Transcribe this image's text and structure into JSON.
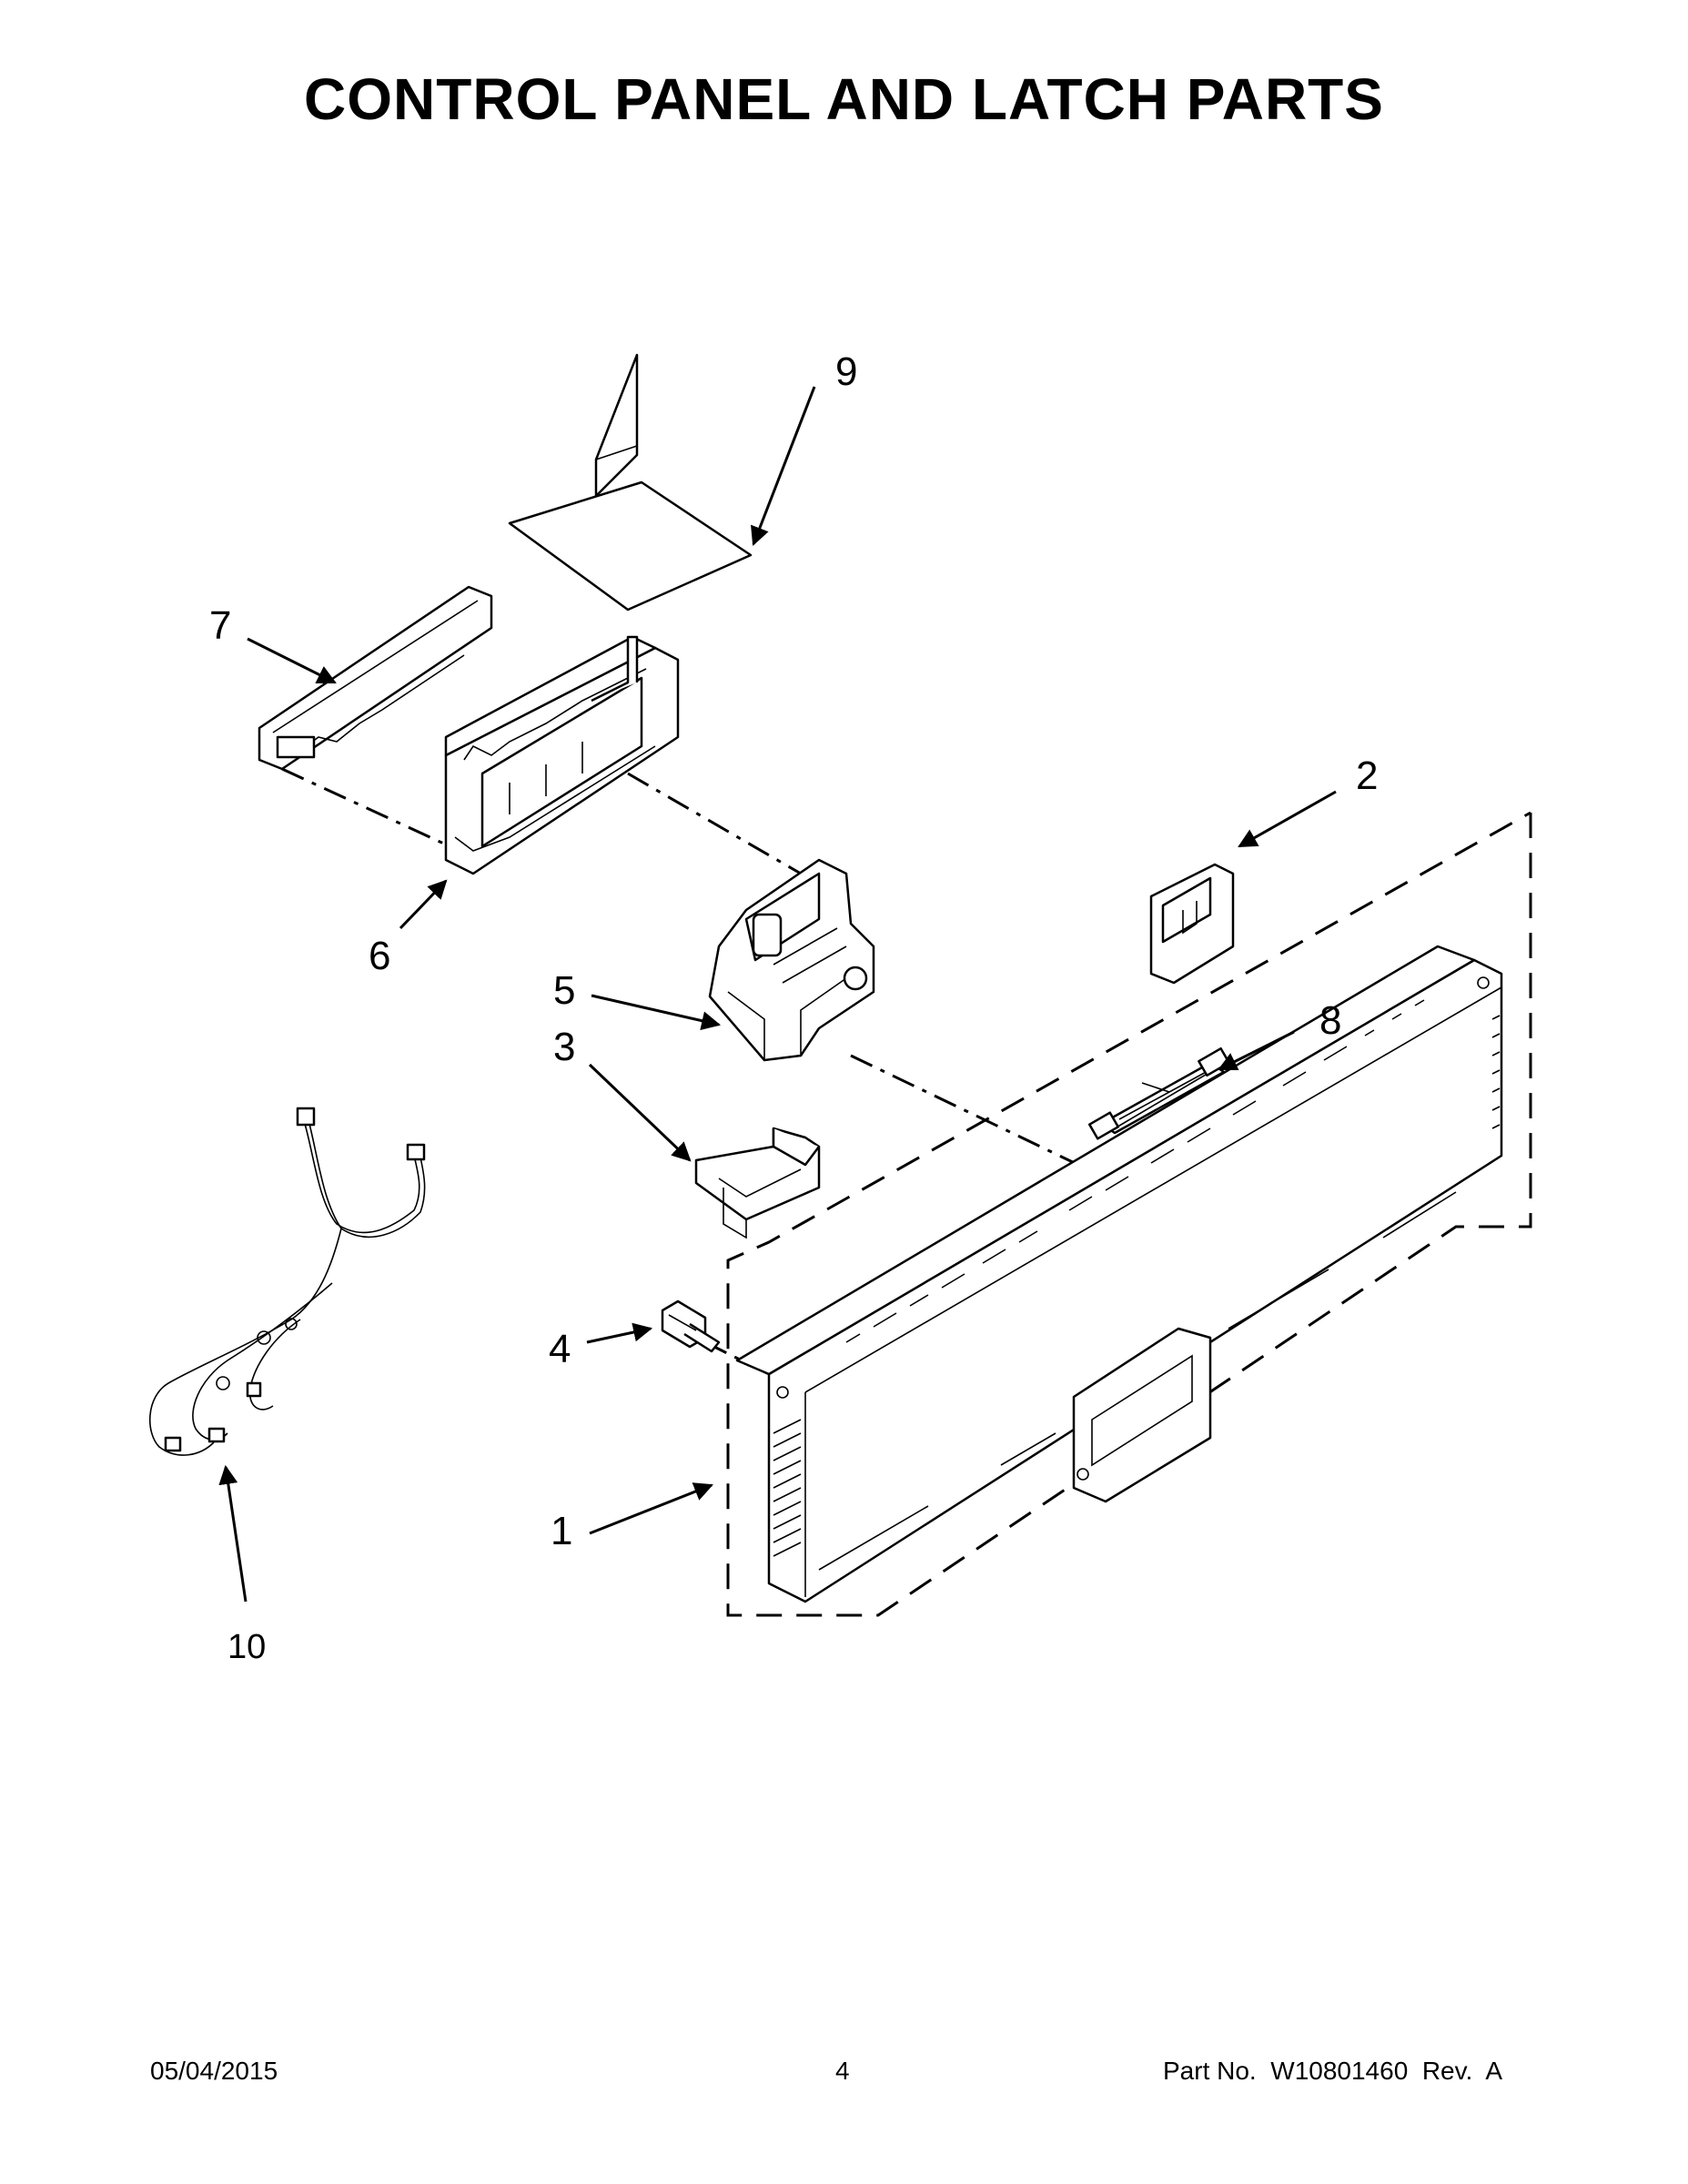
{
  "title": "CONTROL PANEL AND LATCH PARTS",
  "callouts": {
    "c1": "1",
    "c2": "2",
    "c3": "3",
    "c4": "4",
    "c5": "5",
    "c6": "6",
    "c7": "7",
    "c8": "8",
    "c9": "9",
    "c10": "10"
  },
  "footer": {
    "date": "05/04/2015",
    "page": "4",
    "part_no": "Part No.  W10801460  Rev.  A"
  }
}
